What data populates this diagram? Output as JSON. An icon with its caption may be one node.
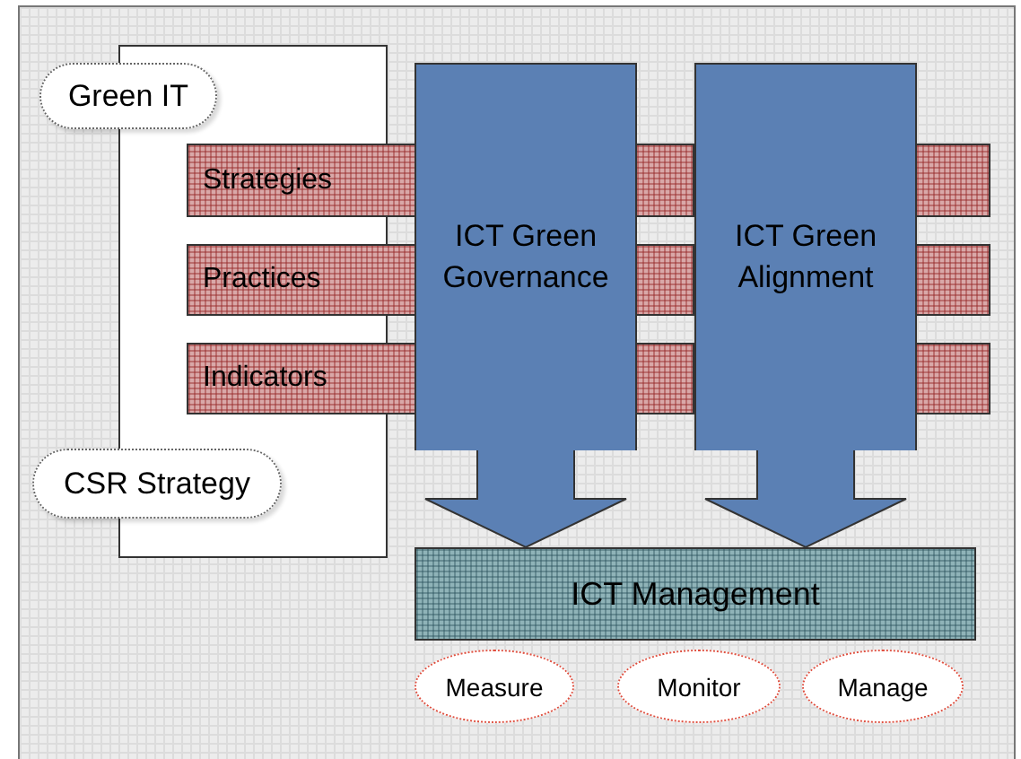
{
  "diagram": {
    "nodes": [
      {
        "text": [],
        "shape": "box"
      },
      {
        "text": [
          "Green IT"
        ]
      },
      {
        "text": [
          "Strategies"
        ]
      },
      {
        "text": [
          "ICT Green Governance"
        ]
      },
      {
        "text": [
          "ICT Green Alignment"
        ]
      },
      {
        "text": [
          "Practices"
        ]
      },
      {
        "text": [
          "Indicators"
        ]
      },
      {
        "text": [
          "CSR Strategy"
        ]
      },
      {
        "text": [
          "ICT Management"
        ]
      },
      {
        "text": [
          "Measure"
        ]
      },
      {
        "text": [
          "Monitor"
        ]
      },
      {
        "text": [
          "Manage"
        ]
      }
    ],
    "edges": [
      {
        "from": 3,
        "to": 8,
        "arrow": "to"
      },
      {
        "from": 4,
        "to": 8,
        "arrow": "to"
      }
    ]
  }
}
